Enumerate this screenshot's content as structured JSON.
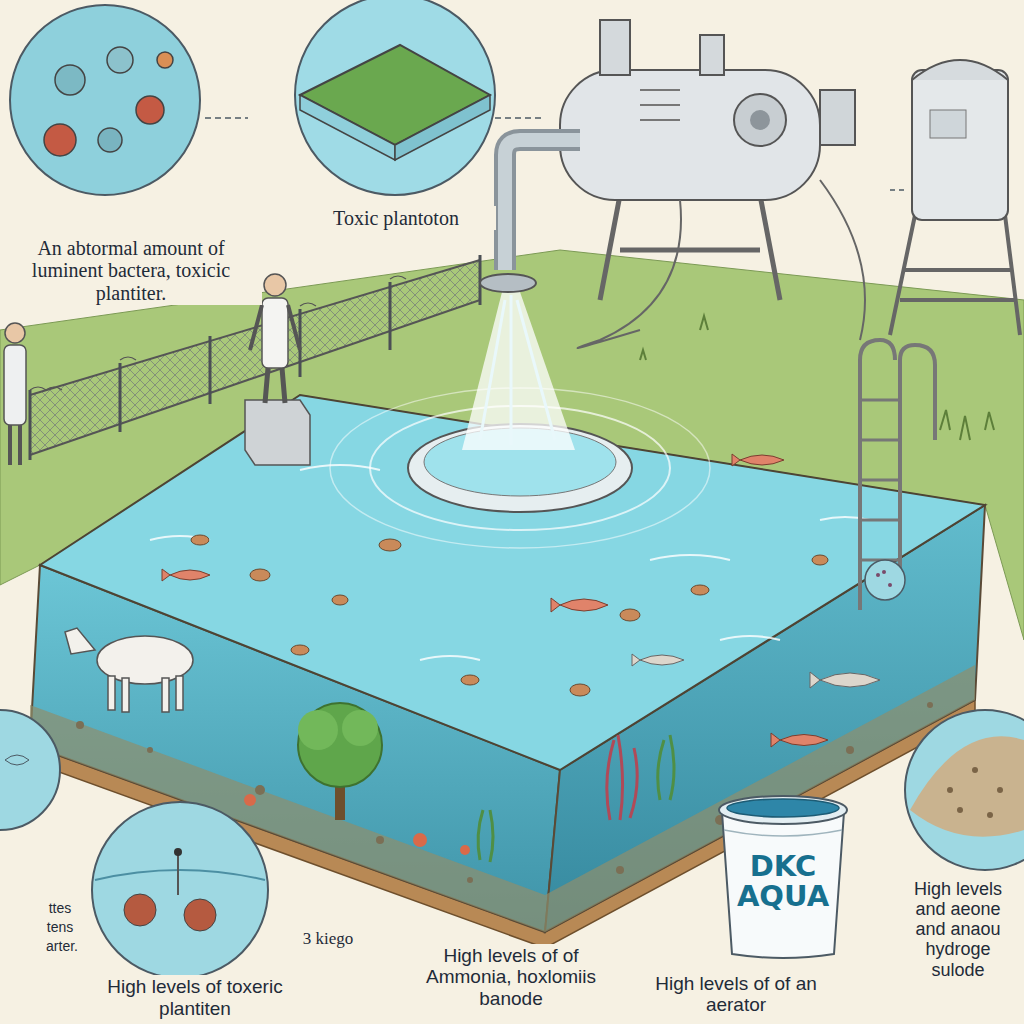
{
  "diagram": {
    "nodes": [
      {
        "text": [
          "DKC AQUA"
        ]
      }
    ],
    "labels": [
      "Toxic plantoton",
      "An abtormal amount of luminent bactera, toxicic plantiter.",
      "ttes",
      "tens",
      "arter.",
      "High levels of toxeric plantiten",
      "3 kiego",
      "High levels of of Ammonia, hoxlomiis banode",
      "High levels of of an aerator",
      "High levels and aeone and anaou hydroge sulode"
    ]
  }
}
